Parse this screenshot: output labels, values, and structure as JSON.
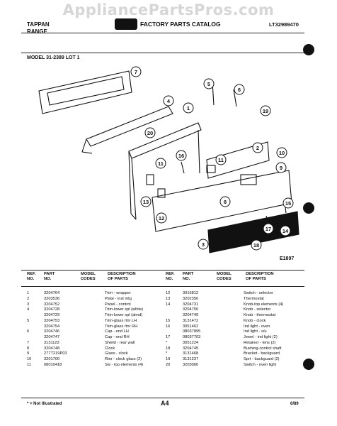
{
  "watermark": "AppliancePartsPros.com",
  "header": {
    "brand_line1": "TAPPAN",
    "brand_line2": "RANGE",
    "catalog_title": "FACTORY PARTS CATALOG",
    "doc_number": "LT32989470"
  },
  "model_line": "MODEL 31-2389 LOT 1",
  "figure_id": "E1897",
  "callouts": [
    "1",
    "2",
    "3",
    "4",
    "5",
    "6",
    "7",
    "8",
    "9",
    "10",
    "11",
    "11",
    "12",
    "13",
    "14",
    "15",
    "16",
    "17",
    "18",
    "19",
    "20"
  ],
  "table_headers": {
    "ref_no": [
      "REF.",
      "NO."
    ],
    "part_no": [
      "PART",
      "NO."
    ],
    "model_codes": [
      "MODEL",
      "CODES"
    ],
    "description": [
      "DESCRIPTION",
      "OF PARTS"
    ]
  },
  "parts_left": [
    {
      "ref": "1",
      "part": "3204764",
      "model": "",
      "desc": "Trim - wrapper"
    },
    {
      "ref": "2",
      "part": "3203536",
      "model": "",
      "desc": "Plate - inst mtg"
    },
    {
      "ref": "3",
      "part": "3204752",
      "model": "",
      "desc": "Panel - control"
    },
    {
      "ref": "4",
      "part": "3204728",
      "model": "",
      "desc": "Trim-lower spl (white)"
    },
    {
      "ref": "",
      "part": "3204729",
      "model": "",
      "desc": "Trim-lower spl (almd)"
    },
    {
      "ref": "5",
      "part": "3204753",
      "model": "",
      "desc": "Trim-glass rtnr LH"
    },
    {
      "ref": "",
      "part": "3204754",
      "model": "",
      "desc": "Trim-glass rtnr RH"
    },
    {
      "ref": "6",
      "part": "3204746",
      "model": "",
      "desc": "Cap - end LH"
    },
    {
      "ref": "",
      "part": "3204747",
      "model": "",
      "desc": "Cap - end RH"
    },
    {
      "ref": "7",
      "part": "3131123",
      "model": "",
      "desc": "Shield - rear wall"
    },
    {
      "ref": "8",
      "part": "3204748",
      "model": "",
      "desc": "Clock"
    },
    {
      "ref": "9",
      "part": "277T219P03",
      "model": "",
      "desc": "Glass - clock"
    },
    {
      "ref": "10",
      "part": "3201700",
      "model": "",
      "desc": "Rtnr - clock glass (2)"
    },
    {
      "ref": "11",
      "part": "08010418",
      "model": "",
      "desc": "Sw - top elements (4)"
    }
  ],
  "parts_right": [
    {
      "ref": "12",
      "part": "3016812",
      "model": "",
      "desc": "Switch - selector"
    },
    {
      "ref": "13",
      "part": "3202350",
      "model": "",
      "desc": "Thermostat"
    },
    {
      "ref": "14",
      "part": "3204731",
      "model": "",
      "desc": "Knob-top elements (4)"
    },
    {
      "ref": "",
      "part": "3204750",
      "model": "",
      "desc": "Knob - selector"
    },
    {
      "ref": "",
      "part": "3204749",
      "model": "",
      "desc": "Knob - thermostat"
    },
    {
      "ref": "15",
      "part": "3131472",
      "model": "",
      "desc": "Knob - clock"
    },
    {
      "ref": "16",
      "part": "3051462",
      "model": "",
      "desc": "Ind light - oven"
    },
    {
      "ref": "",
      "part": "08037895",
      "model": "",
      "desc": "Ind light - s/u"
    },
    {
      "ref": "17",
      "part": "08037703",
      "model": "",
      "desc": "Jewel - ind light (2)"
    },
    {
      "ref": "*",
      "part": "3051224",
      "model": "",
      "desc": "Retainer - lens (2)"
    },
    {
      "ref": "18",
      "part": "3204745",
      "model": "",
      "desc": "Bushing-control shaft"
    },
    {
      "ref": "*",
      "part": "3131468",
      "model": "",
      "desc": "Bracket - backguard"
    },
    {
      "ref": "19",
      "part": "3131237",
      "model": "",
      "desc": "Sprt - backguard (2)"
    },
    {
      "ref": "20",
      "part": "3203060",
      "model": "",
      "desc": "Switch - oven light"
    }
  ],
  "footer": {
    "note": "* = Not Illustrated",
    "page": "A4",
    "date": "6/89"
  }
}
